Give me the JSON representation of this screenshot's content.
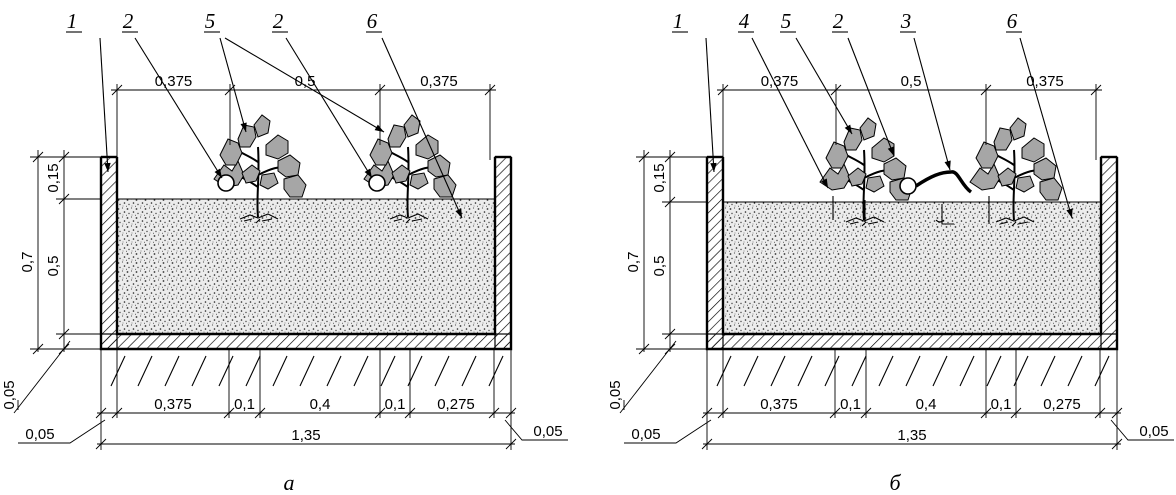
{
  "panels": [
    {
      "caption": "а",
      "callouts": [
        "1",
        "2",
        "5",
        "2",
        "6"
      ],
      "top_dims": [
        "0,375",
        "0,5",
        "0,375"
      ],
      "left_dims": [
        "0,15",
        "0,7",
        "0,5",
        "0,05"
      ],
      "bottom_dims": [
        "0,375",
        "0,1",
        "0,4",
        "0,1",
        "0,275"
      ],
      "total": "1,35",
      "side_left": "0,05",
      "side_right": "0,05"
    },
    {
      "caption": "б",
      "callouts": [
        "1",
        "4",
        "5",
        "2",
        "3",
        "6"
      ],
      "top_dims": [
        "0,375",
        "0,5",
        "0,375"
      ],
      "left_dims": [
        "0,15",
        "0,7",
        "0,5",
        "0,05"
      ],
      "bottom_dims": [
        "0,375",
        "0,1",
        "0,4",
        "0,1",
        "0,275"
      ],
      "total": "1,35",
      "side_left": "0,05",
      "side_right": "0,05"
    }
  ]
}
